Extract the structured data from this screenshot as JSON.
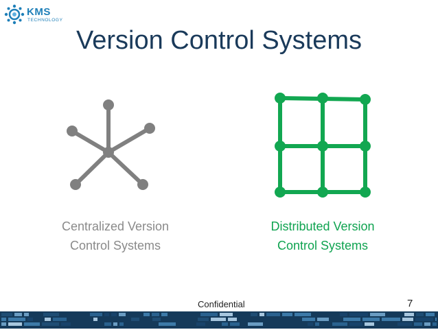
{
  "header": {
    "logo_name": "KMS",
    "logo_tagline": "TECHNOLOGY",
    "title": "Version Control Systems"
  },
  "centralized": {
    "caption_line1": "Centralized Version",
    "caption_line2": "Control Systems",
    "color": "#808080"
  },
  "distributed": {
    "caption_line1": "Distributed Version",
    "caption_line2": "Control Systems",
    "color": "#12a751"
  },
  "footer": {
    "label": "Confidential",
    "page_number": "7",
    "bar_color": "#153a5a"
  }
}
